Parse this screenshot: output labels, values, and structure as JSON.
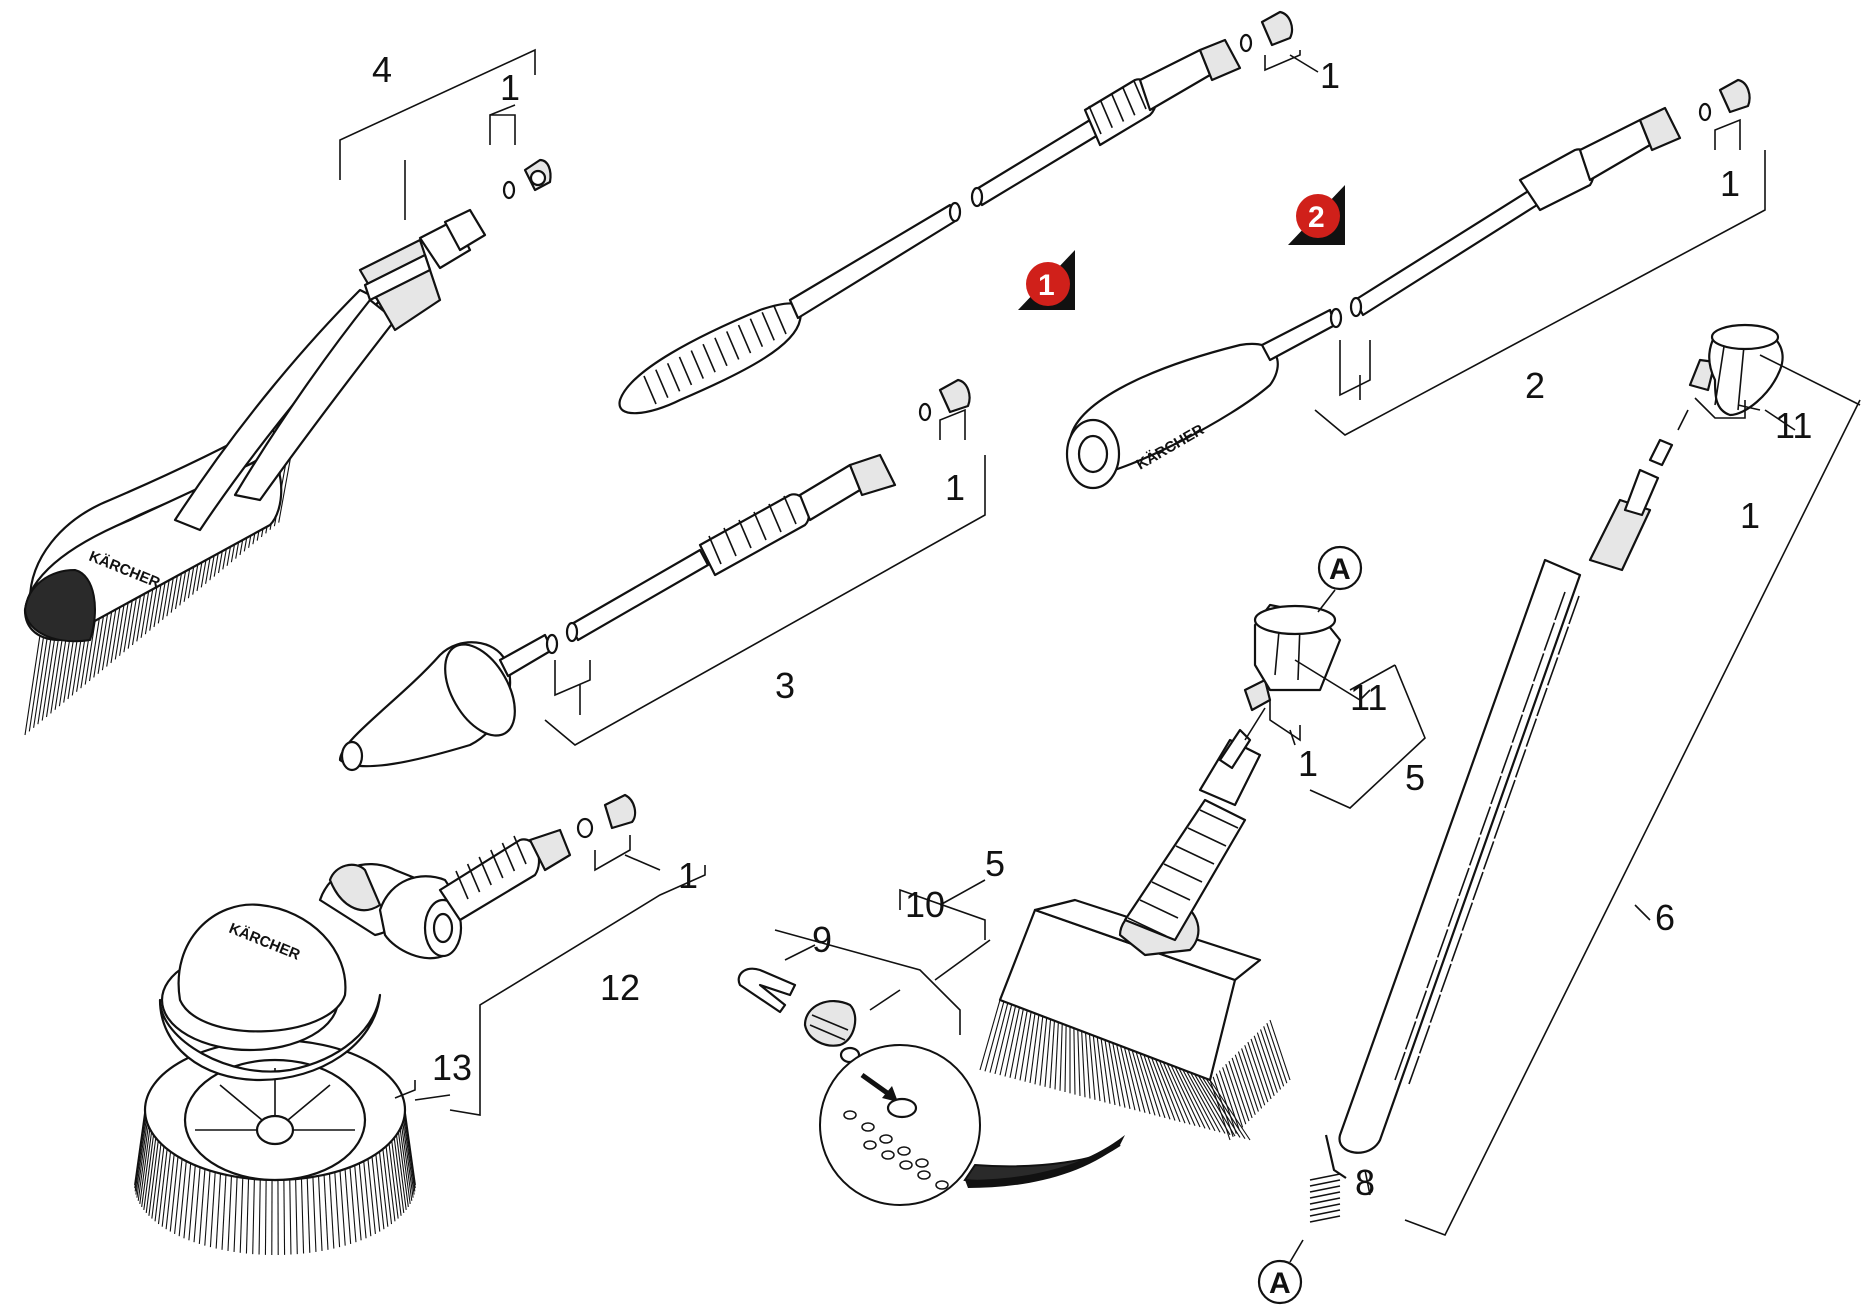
{
  "brand": "KÄRCHER",
  "badges": [
    "1",
    "2"
  ],
  "detail_marker": "A",
  "callouts": {
    "c4": "4",
    "c1_a": "1",
    "c1_b": "1",
    "c1_c": "1",
    "c1_d": "1",
    "c1_e": "1",
    "c1_f": "1",
    "c1_g": "1",
    "c2": "2",
    "c3": "3",
    "c5_a": "5",
    "c5_b": "5",
    "c6": "6",
    "c8": "8",
    "c9": "9",
    "c10": "10",
    "c11_a": "11",
    "c11_b": "11",
    "c12": "12",
    "c13": "13"
  },
  "colors": {
    "badge": "#d0201a",
    "badge_shadow": "#111111",
    "line": "#111111"
  }
}
